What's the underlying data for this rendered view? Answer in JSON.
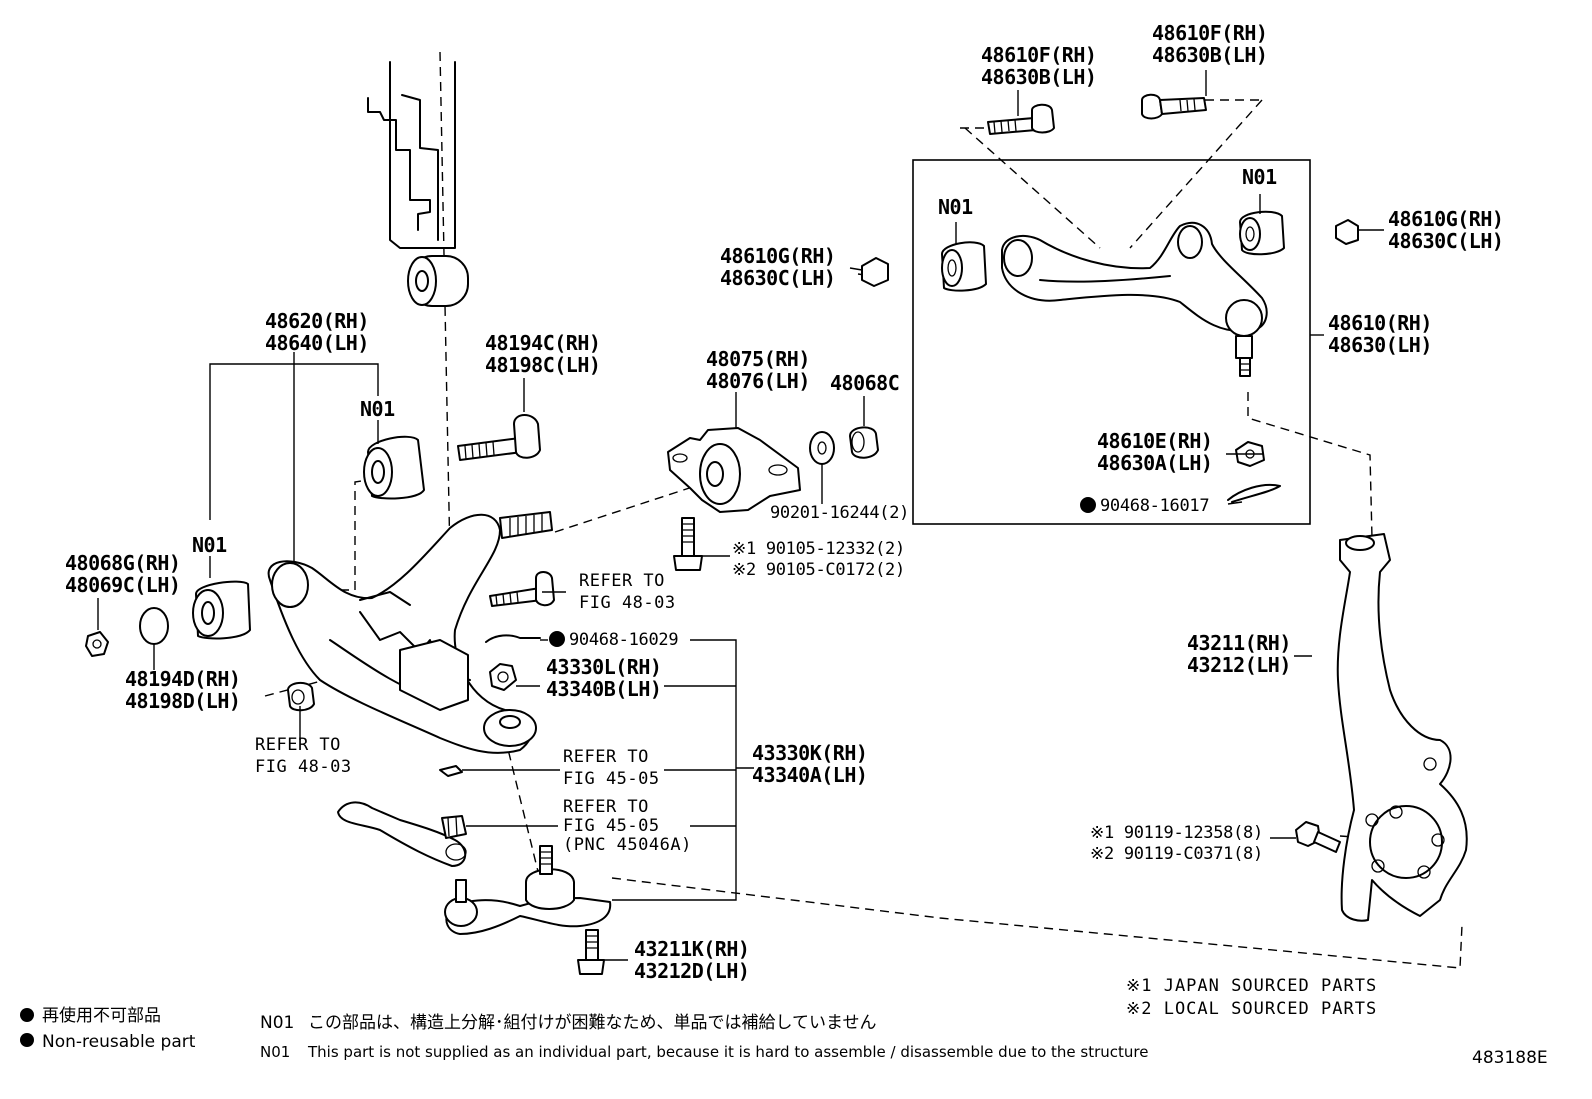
{
  "labels": {
    "upper_bolt_left": [
      "48610F(RH)",
      "48630B(LH)"
    ],
    "upper_bolt_right": [
      "48610F(RH)",
      "48630B(LH)"
    ],
    "upper_nut_left": [
      "48610G(RH)",
      "48630C(LH)"
    ],
    "upper_nut_right": [
      "48610G(RH)",
      "48630C(LH)"
    ],
    "upper_arm": [
      "48610(RH)",
      "48630(LH)"
    ],
    "upper_nut_ball": [
      "48610E(RH)",
      "48630A(LH)"
    ],
    "upper_cotter_pin": "90468-16017",
    "lower_arm": [
      "48620(RH)",
      "48640(LH)"
    ],
    "cam_bolt": [
      "48194C(RH)",
      "48198C(LH)"
    ],
    "rear_bushing": [
      "48075(RH)",
      "48076(LH)"
    ],
    "washer_48068c": "48068C",
    "washer_90201": "90201-16244(2)",
    "bracket_bolt_1": "※1 90105-12332(2)",
    "bracket_bolt_2": "※2 90105-C0172(2)",
    "refer_48_03_top": [
      "REFER TO",
      "FIG 48-03"
    ],
    "refer_48_03_bottom": [
      "REFER TO",
      "FIG 48-03"
    ],
    "front_nut": [
      "48068G(RH)",
      "48069C(LH)"
    ],
    "cam_plate": [
      "48194D(RH)",
      "48198D(LH)"
    ],
    "lower_cotter_pin": "90468-16029",
    "lower_ball_nut": [
      "43330L(RH)",
      "43340B(LH)"
    ],
    "refer_45_05": [
      "REFER TO",
      "FIG 45-05"
    ],
    "refer_45_05_pnc": [
      "REFER TO",
      "FIG 45-05",
      "(PNC 45046A)"
    ],
    "ball_joint": [
      "43330K(RH)",
      "43340A(LH)"
    ],
    "ball_joint_bolt": [
      "43211K(RH)",
      "43212D(LH)"
    ],
    "knuckle": [
      "43211(RH)",
      "43212(LH)"
    ],
    "knuckle_bolt_1": "※1 90119-12358(8)",
    "knuckle_bolt_2": "※2 90119-C0371(8)",
    "n01": "N01"
  },
  "notes": {
    "japan": "※1 JAPAN SOURCED PARTS",
    "local": "※2 LOCAL SOURCED PARTS"
  },
  "legend": {
    "non_reusable_ja": "再使用不可部品",
    "non_reusable_en": "Non-reusable part",
    "n01_code": "N01",
    "n01_ja": "この部品は、構造上分解･組付けが困難なため、単品では補給していません",
    "n01_en": "This part is not supplied as an individual part, because it is hard to assemble / disassemble due to the structure"
  },
  "figure_id": "483188E"
}
